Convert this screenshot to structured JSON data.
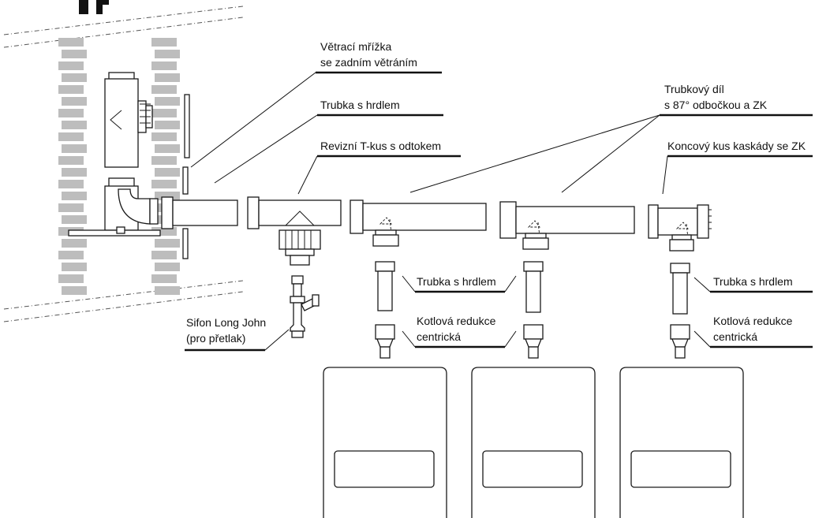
{
  "labels": {
    "vent_grille_line1": "Větrací mřížka",
    "vent_grille_line2": "se zadním větráním",
    "pipe_socket_top": "Trubka s hrdlem",
    "inspection_tee": "Revizní T-kus s odtokem",
    "tube_87_line1": "Trubkový díl",
    "tube_87_line2": "s 87° odbočkou a ZK",
    "end_piece": "Koncový kus kaskády se ZK",
    "pipe_socket_mid": "Trubka s hrdlem",
    "pipe_socket_right": "Trubka s hrdlem",
    "boiler_reducer_mid_line1": "Kotlová redukce",
    "boiler_reducer_mid_line2": "centrická",
    "boiler_reducer_right_line1": "Kotlová redukce",
    "boiler_reducer_right_line2": "centrická",
    "siphon_line1": "Sifon Long John",
    "siphon_line2": "(pro přetlak)"
  }
}
